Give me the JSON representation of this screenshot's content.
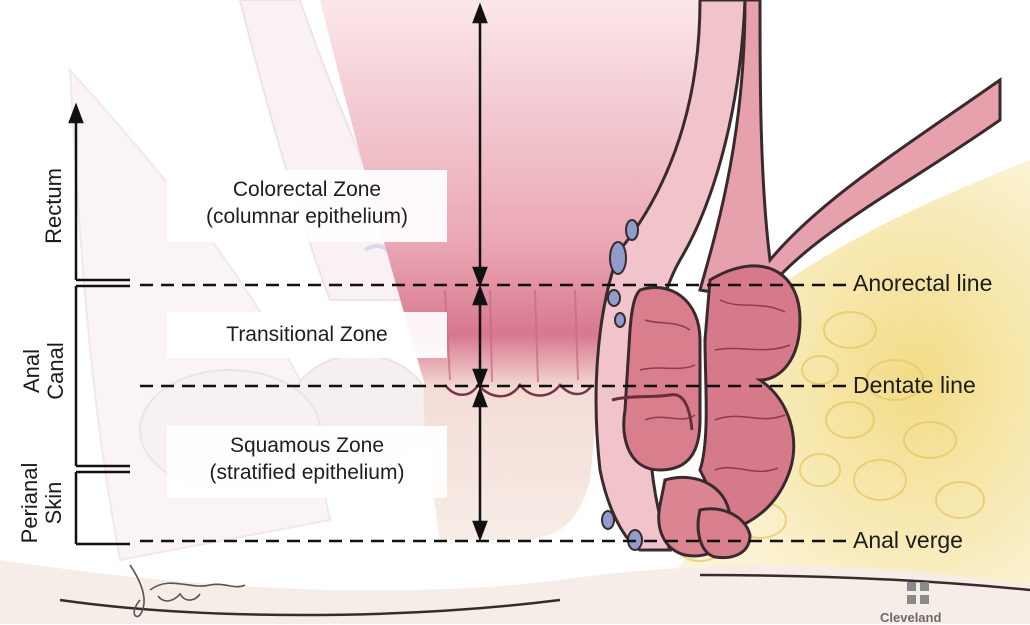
{
  "regions": {
    "rectum": "Rectum",
    "anal_canal": [
      "Anal",
      "Canal"
    ],
    "perianal_skin": [
      "Perianal",
      "Skin"
    ]
  },
  "zones": {
    "colorectal": [
      "Colorectal Zone",
      "(columnar epithelium)"
    ],
    "transitional": "Transitional Zone",
    "squamous": [
      "Squamous Zone",
      "(stratified epithelium)"
    ]
  },
  "lines": {
    "anorectal": "Anorectal line",
    "dentate": "Dentate line",
    "anal_verge": "Anal verge"
  },
  "logo": {
    "text": "Cleveland",
    "color": "#8a8a8a"
  },
  "colors": {
    "mucosa": "#e7a3b0",
    "muscle": "#d97e8c",
    "fat": "#f3e3a4",
    "skin": "#f6e6de"
  }
}
